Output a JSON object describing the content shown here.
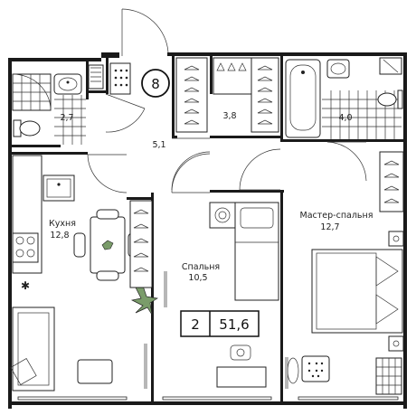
{
  "plan": {
    "building_number": "8",
    "rooms_count": "2",
    "total_area": "51,6",
    "rooms": {
      "bath_small": {
        "area": "2,7"
      },
      "closet": {
        "area": "3,8"
      },
      "bath_large": {
        "area": "4,0"
      },
      "hall": {
        "area": "5,1"
      },
      "kitchen": {
        "name": "Кухня",
        "area": "12,8"
      },
      "bedroom": {
        "name": "Спальня",
        "area": "10,5"
      },
      "master": {
        "name": "Мастер-спальня",
        "area": "12,7"
      }
    }
  }
}
